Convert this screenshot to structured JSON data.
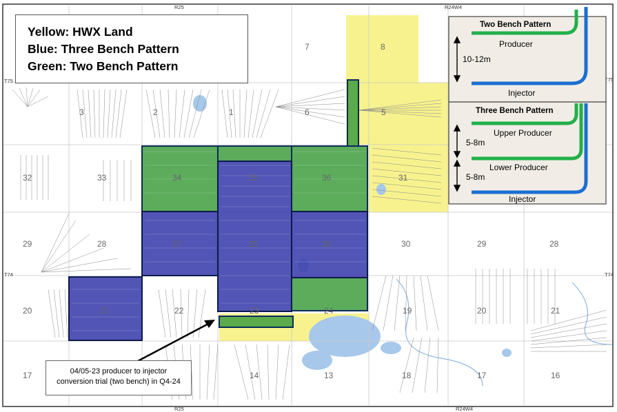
{
  "legend": {
    "yellow": "Yellow: HWX Land",
    "blue": "Blue: Three Bench Pattern",
    "green": "Green: Two Bench Pattern"
  },
  "colors": {
    "hwx_land": "#f7f28e",
    "three_bench": "#3a3dab",
    "two_bench": "#3f9d3f",
    "producer_pipe": "#22b04a",
    "injector_pipe": "#1b6fd1",
    "water": "#a7c8ea"
  },
  "range_labels": {
    "top_left": "R25",
    "top_right": "R24W4",
    "bottom_left": "R25",
    "bottom_right": "R24W4",
    "left_upper": "T75",
    "left_lower": "T74",
    "right_upper": "T75",
    "right_lower": "T74"
  },
  "section_numbers": [
    "7",
    "8",
    "3",
    "2",
    "1",
    "6",
    "5",
    "32",
    "33",
    "34",
    "35",
    "36",
    "31",
    "29",
    "28",
    "27",
    "26",
    "25",
    "30",
    "29",
    "28",
    "20",
    "21",
    "22",
    "23",
    "24",
    "19",
    "20",
    "21",
    "17",
    "14",
    "13",
    "18",
    "17",
    "16"
  ],
  "two_bench_panel": {
    "title": "Two Bench Pattern",
    "producer": "Producer",
    "spacing": "10-12m",
    "injector": "Injector"
  },
  "three_bench_panel": {
    "title": "Three Bench Pattern",
    "upper_producer": "Upper Producer",
    "upper_spacing": "5-8m",
    "lower_producer": "Lower Producer",
    "lower_spacing": "5-8m",
    "injector": "Injector"
  },
  "callout": {
    "line1": "04/05-23 producer to injector",
    "line2": "conversion trial (two bench) in Q4-24"
  }
}
